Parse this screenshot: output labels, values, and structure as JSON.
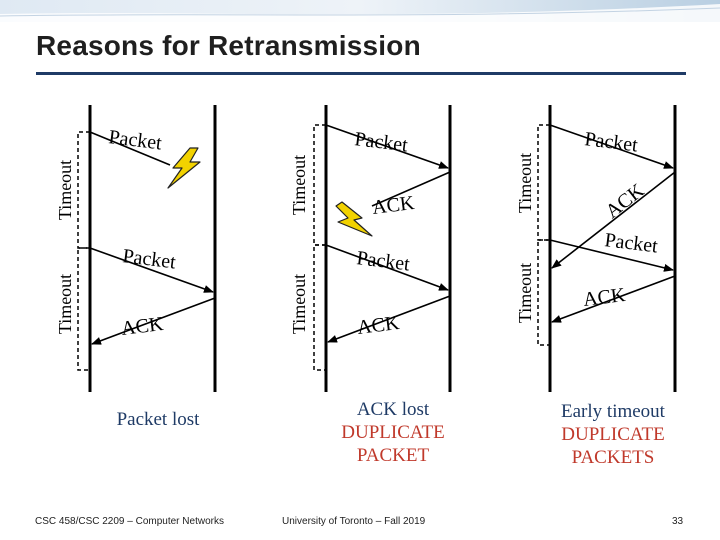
{
  "slide": {
    "title": "Reasons for Retransmission",
    "footer_left": "CSC 458/CSC 2209 – Computer Networks",
    "footer_center": "University of Toronto – Fall 2019",
    "page_number": "33"
  },
  "scenarios": [
    {
      "timeout_labels": [
        "Timeout",
        "Timeout"
      ],
      "messages": [
        "Packet",
        "Packet",
        "ACK"
      ],
      "caption": [
        "Packet lost"
      ]
    },
    {
      "timeout_labels": [
        "Timeout",
        "Timeout"
      ],
      "messages": [
        "Packet",
        "ACK",
        "Packet",
        "ACK"
      ],
      "caption": [
        "ACK lost",
        "DUPLICATE",
        "PACKET"
      ]
    },
    {
      "timeout_labels": [
        "Timeout",
        "Timeout"
      ],
      "messages": [
        "Packet",
        "ACK",
        "Packet",
        "ACK"
      ],
      "caption": [
        "Early timeout",
        "DUPLICATE",
        "PACKETS"
      ]
    }
  ],
  "colors": {
    "accent": "#1f3b66",
    "emphasis": "#c0392b",
    "lightning": "#f2d200"
  }
}
